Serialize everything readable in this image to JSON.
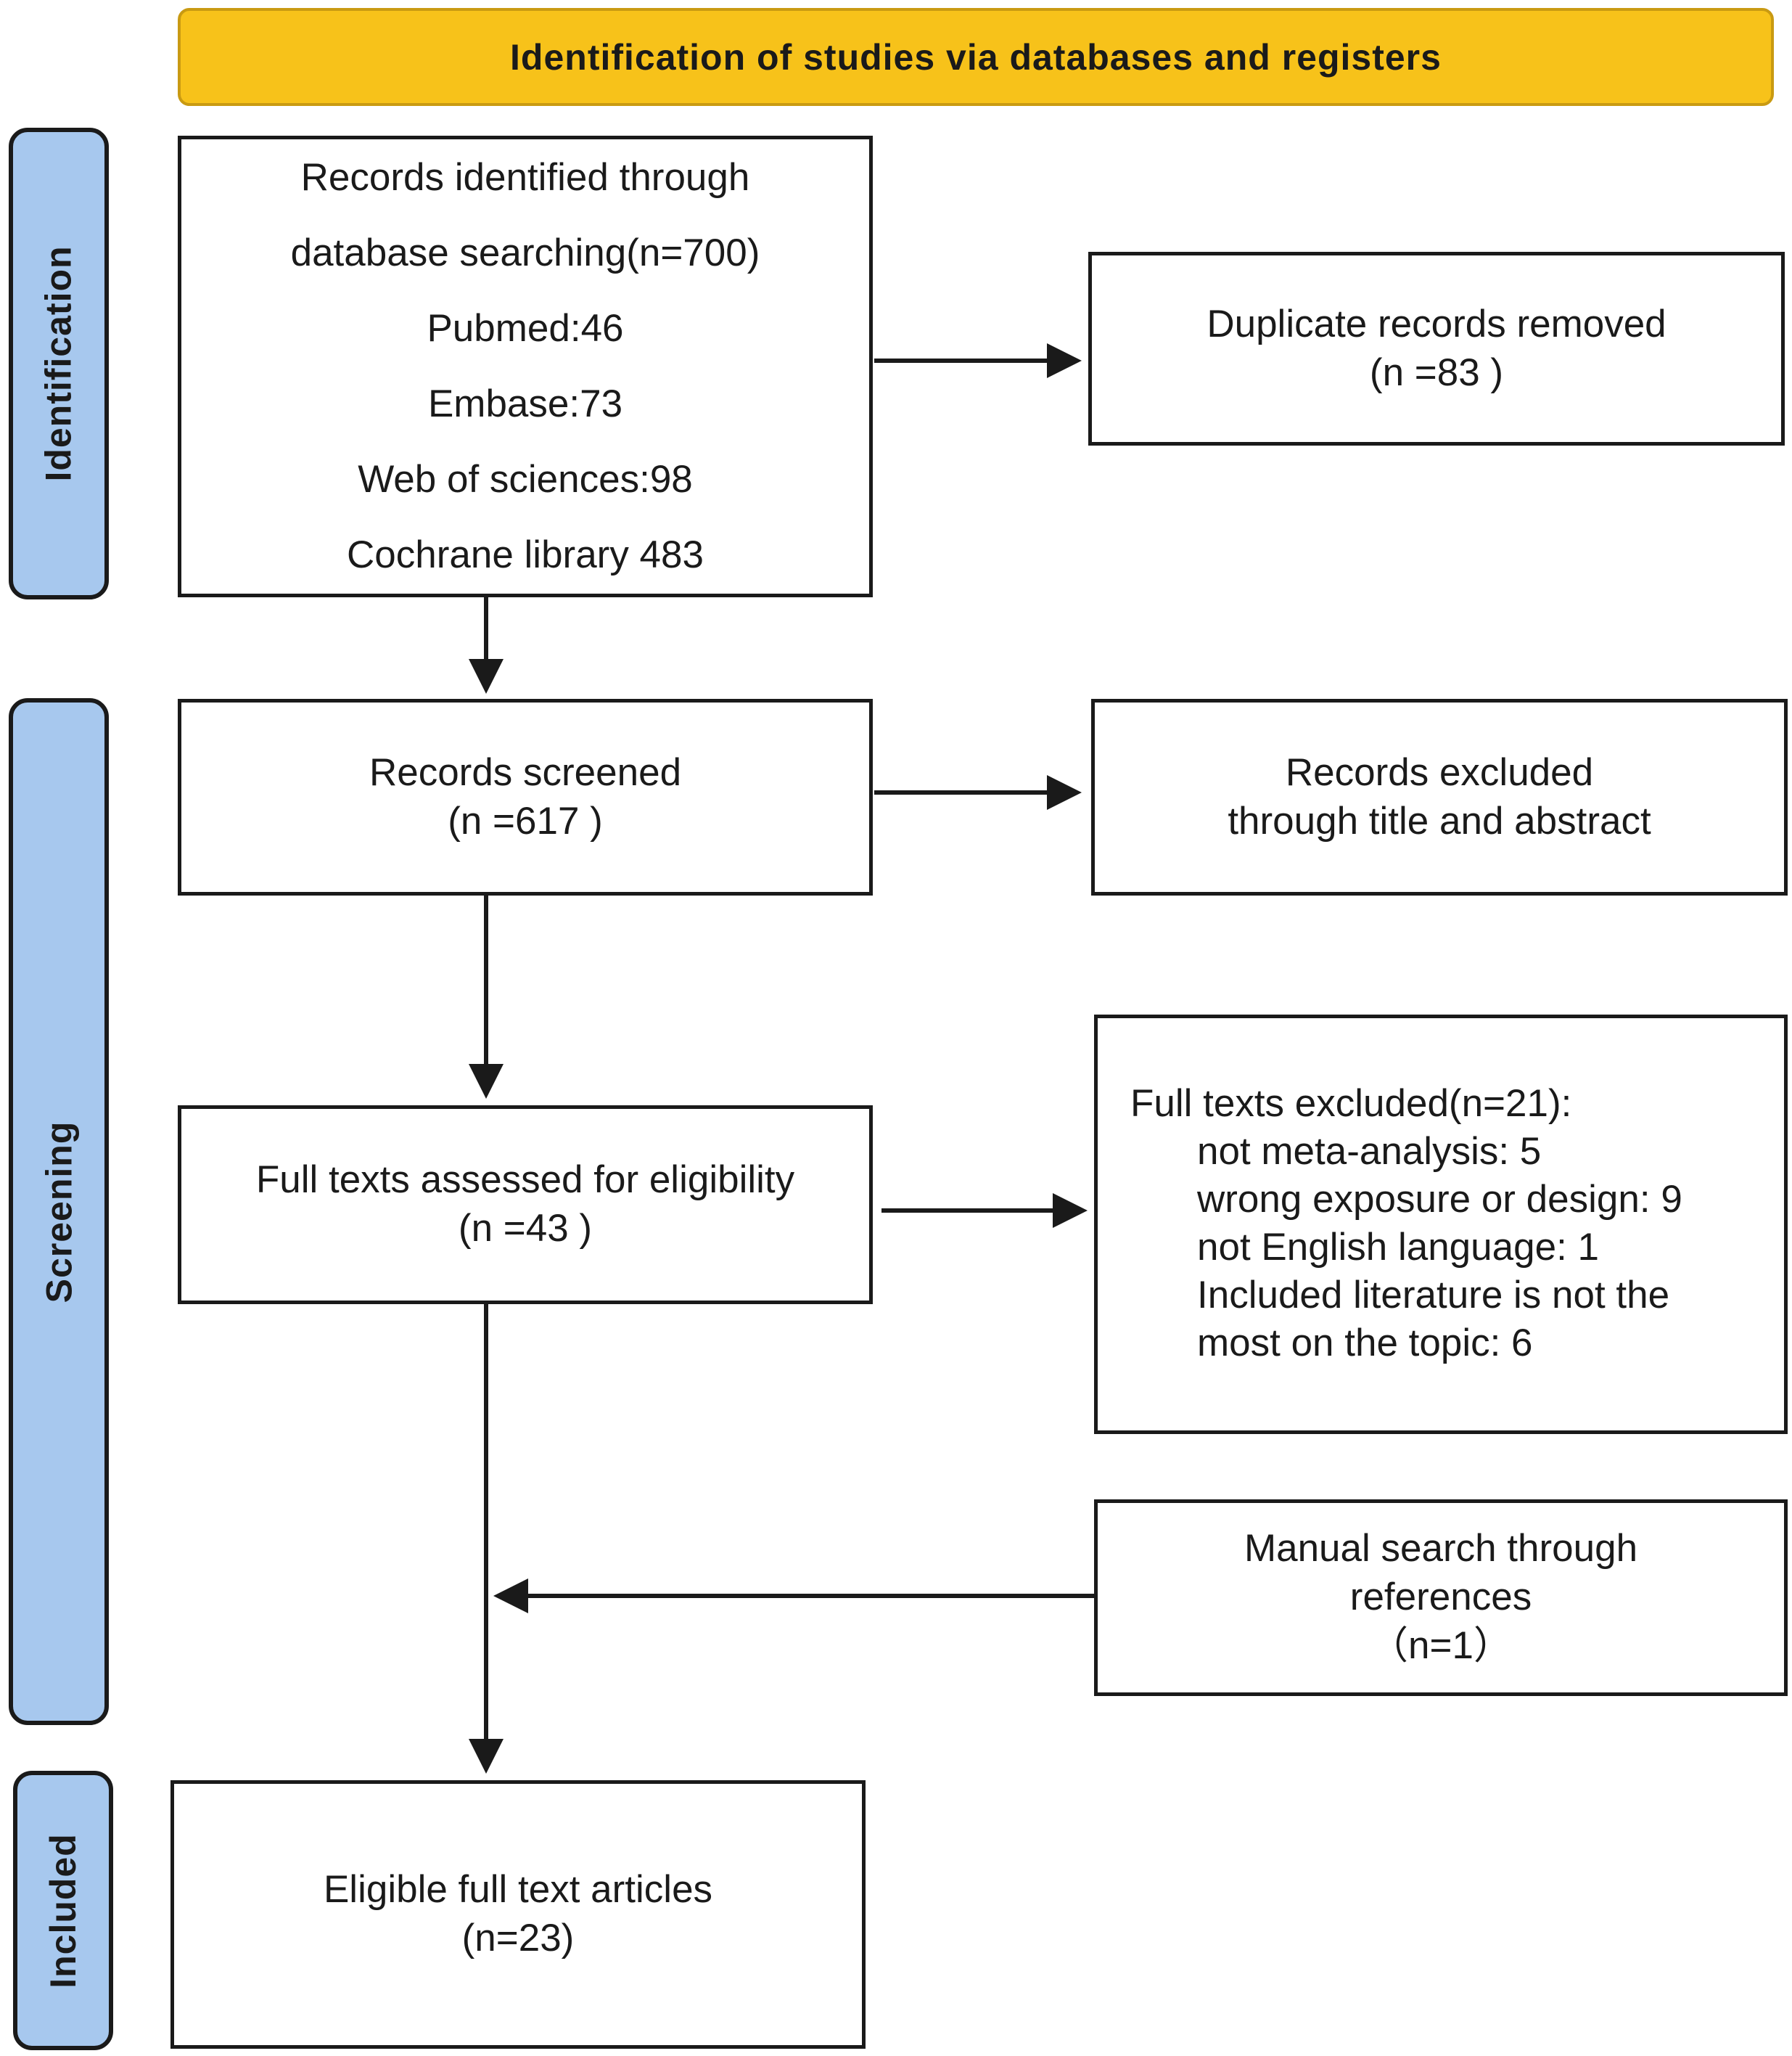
{
  "header": {
    "title": "Identification of studies via databases and registers"
  },
  "phases": {
    "identification": "Identification",
    "screening": "Screening",
    "included": "Included"
  },
  "boxes": {
    "records_identified": {
      "lines": [
        "Records identified through",
        "database searching(n=700)",
        "Pubmed:46",
        "Embase:73",
        "Web of sciences:98",
        "Cochrane library 483"
      ]
    },
    "duplicates_removed": {
      "lines": [
        "Duplicate records removed",
        "(n =83 )"
      ]
    },
    "records_screened": {
      "lines": [
        "Records screened",
        "(n =617 )"
      ]
    },
    "records_excluded": {
      "lines": [
        "Records excluded",
        "through title and abstract"
      ]
    },
    "full_texts_assessed": {
      "lines": [
        "Full texts assessed for eligibility",
        "(n =43 )"
      ]
    },
    "full_texts_excluded": {
      "heading": "Full texts excluded(n=21):",
      "reasons": [
        "not meta-analysis: 5",
        "wrong exposure or design: 9",
        "not English language: 1",
        "Included literature is not the",
        "most on the topic: 6"
      ]
    },
    "manual_search": {
      "lines": [
        "Manual search through",
        "references",
        "（n=1）"
      ]
    },
    "eligible": {
      "lines": [
        "Eligible full text articles",
        "(n=23)"
      ]
    }
  },
  "colors": {
    "header_fill": "#f7c21a",
    "phase_fill": "#a7c8ee",
    "line": "#1a1a1a"
  }
}
